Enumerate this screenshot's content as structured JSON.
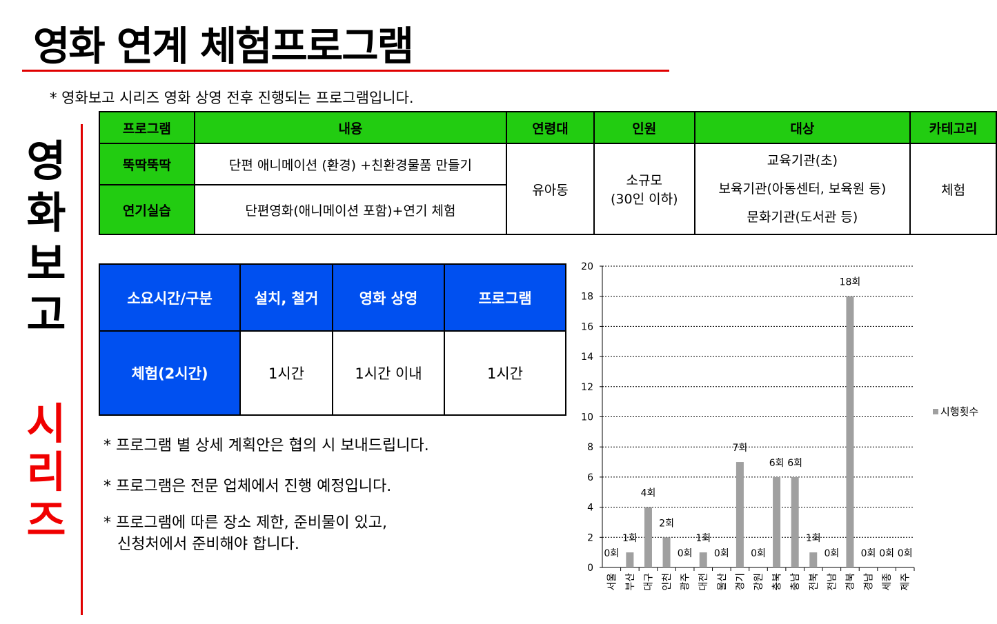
{
  "title": "영화 연계 체험프로그램",
  "subtitle": "* 영화보고 시리즈 영화 상영 전후 진행되는 프로그램입니다.",
  "side_label": {
    "black": [
      "영",
      "화",
      "보",
      "고"
    ],
    "red": [
      "시",
      "리",
      "즈"
    ]
  },
  "program_table": {
    "headers": [
      "프로그램",
      "내용",
      "연령대",
      "인원",
      "대상",
      "카테고리"
    ],
    "rows": [
      {
        "name": "뚝딱뚝딱",
        "content": "단편 애니메이션 (환경) +친환경물품 만들기"
      },
      {
        "name": "연기실습",
        "content": "단편영화(애니메이션 포함)+연기 체험"
      }
    ],
    "age": "유아동",
    "people_line1": "소규모",
    "people_line2": "(30인 이하)",
    "targets": [
      "교육기관(초)",
      "보육기관(아동센터, 보육원 등)",
      "문화기관(도서관 등)"
    ],
    "category": "체험"
  },
  "time_table": {
    "headers": [
      "소요시간/구분",
      "설치, 철거",
      "영화 상영",
      "프로그램"
    ],
    "row": [
      "체험(2시간)",
      "1시간",
      "1시간 이내",
      "1시간"
    ]
  },
  "notes": [
    "* 프로그램 별 상세 계획안은 협의 시 보내드립니다.",
    "* 프로그램은 전문 업체에서 진행 예정입니다.",
    "* 프로그램에 따른 장소 제한, 준비물이 있고,",
    "신청처에서 준비해야 합니다."
  ],
  "colors": {
    "accent_red": "#e00000",
    "header_green": "#22cc11",
    "header_blue": "#0050f0",
    "bar_gray": "#a0a0a0"
  },
  "chart_data": {
    "type": "bar",
    "categories": [
      "서울",
      "부산",
      "대구",
      "인천",
      "광주",
      "대전",
      "울산",
      "경기",
      "강원",
      "충북",
      "충남",
      "전북",
      "전남",
      "경북",
      "경남",
      "세종",
      "제주"
    ],
    "series": [
      {
        "name": "시행횟수",
        "values": [
          0,
          1,
          4,
          2,
          0,
          1,
          0,
          7,
          0,
          6,
          6,
          1,
          0,
          18,
          0,
          0,
          0
        ]
      }
    ],
    "data_labels": [
      "0회",
      "1회",
      "4회",
      "2회",
      "0회",
      "1회",
      "0회",
      "7회",
      "0회",
      "6회",
      "6회",
      "1회",
      "0회",
      "18회",
      "0회",
      "0회",
      "0회"
    ],
    "yticks": [
      "0",
      "2",
      "4",
      "6",
      "8",
      "10",
      "12",
      "14",
      "16",
      "18",
      "20"
    ],
    "ylim": [
      0,
      20
    ],
    "grid": true,
    "legend": "right"
  }
}
